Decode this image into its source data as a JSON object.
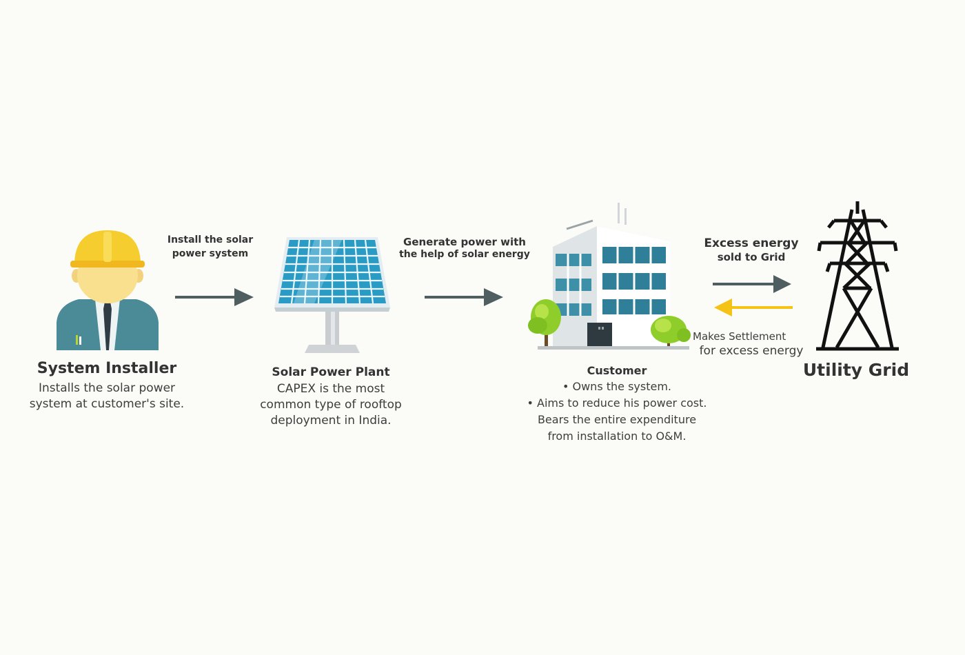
{
  "installer": {
    "title": "System Installer",
    "desc_line1": "Installs the solar power",
    "desc_line2": "system at customer's site."
  },
  "arrow1": {
    "line1": "Install the solar",
    "line2": "power system"
  },
  "plant": {
    "title": "Solar Power Plant",
    "desc_line1": "CAPEX is the most",
    "desc_line2": "common type of rooftop",
    "desc_line3": "deployment in India."
  },
  "arrow2": {
    "line1": "Generate power with",
    "line2": "the help of solar energy"
  },
  "customer": {
    "title": "Customer",
    "line1": "• Owns the system.",
    "line2": "• Aims to reduce his power cost.",
    "line3": "Bears the entire expenditure",
    "line4": "from installation to O&M."
  },
  "exchange": {
    "top_line1": "Excess energy",
    "top_line2": "sold to Grid",
    "bottom_line1": "Makes Settlement",
    "bottom_line2": "for excess energy"
  },
  "grid": {
    "title": "Utility Grid"
  },
  "colors": {
    "arrow_gray": "#4f5e61",
    "arrow_yellow": "#f5c316",
    "helmet": "#f6cd2e",
    "panel": "#2a9bc4",
    "building_glass": "#3e8fa8",
    "tree": "#8fce2a",
    "tower": "#111111"
  }
}
